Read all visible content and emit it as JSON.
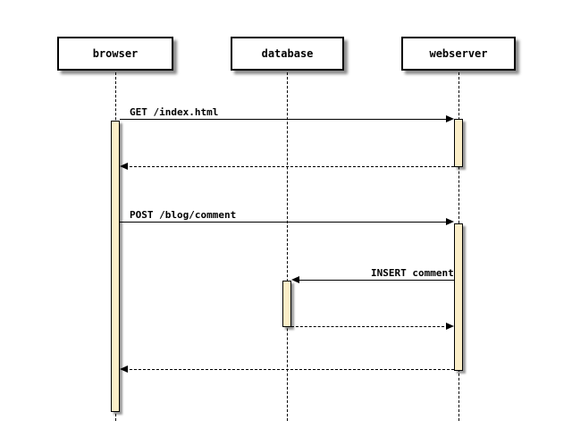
{
  "diagram": {
    "type": "sequence-diagram",
    "participants": [
      {
        "id": "browser",
        "label": "browser"
      },
      {
        "id": "database",
        "label": "database"
      },
      {
        "id": "webserver",
        "label": "webserver"
      }
    ],
    "messages": [
      {
        "from": "browser",
        "to": "webserver",
        "label": "GET /index.html",
        "line": "solid"
      },
      {
        "from": "webserver",
        "to": "browser",
        "label": "",
        "line": "dashed"
      },
      {
        "from": "browser",
        "to": "webserver",
        "label": "POST /blog/comment",
        "line": "solid"
      },
      {
        "from": "webserver",
        "to": "database",
        "label": "INSERT comment",
        "line": "solid"
      },
      {
        "from": "database",
        "to": "webserver",
        "label": "",
        "line": "dashed"
      },
      {
        "from": "webserver",
        "to": "browser",
        "label": "",
        "line": "dashed"
      }
    ],
    "colors": {
      "background": "#ffffff",
      "box_fill": "#ffffff",
      "activation_fill": "#fbeec8",
      "line": "#000000",
      "shadow": "#999999"
    }
  }
}
